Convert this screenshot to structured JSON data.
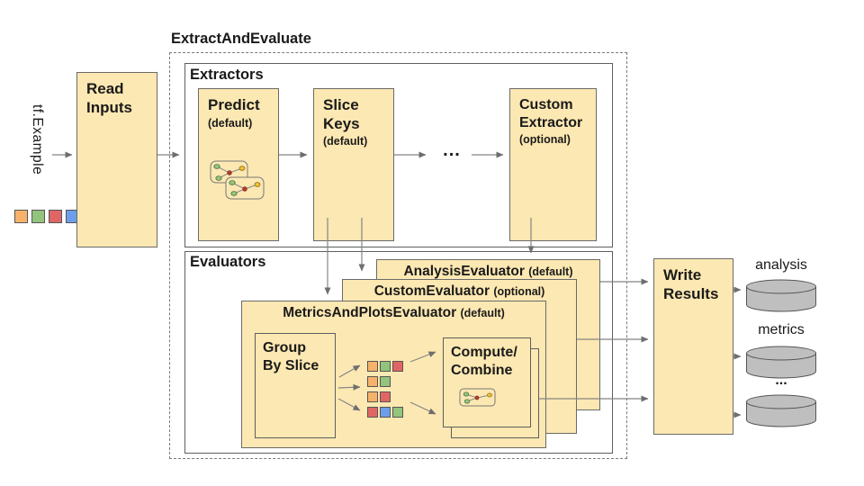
{
  "diagram": {
    "pipeline_title": "ExtractAndEvaluate",
    "input_label": "tf.Example",
    "extractor_ellipsis": "...",
    "output_ellipsis": "...",
    "read_inputs": {
      "title": "Read\nInputs"
    },
    "extractors": {
      "section_label": "Extractors",
      "predict": {
        "title": "Predict",
        "qualifier": "(default)"
      },
      "slice_keys": {
        "title": "Slice\nKeys",
        "qualifier": "(default)"
      },
      "custom_extractor": {
        "title": "Custom\nExtractor",
        "qualifier": "(optional)"
      }
    },
    "evaluators": {
      "section_label": "Evaluators",
      "analysis_evaluator": {
        "name": "AnalysisEvaluator",
        "qualifier": "(default)"
      },
      "custom_evaluator": {
        "name": "CustomEvaluator",
        "qualifier": "(optional)"
      },
      "metrics_and_plots_evaluator": {
        "name": "MetricsAndPlotsEvaluator",
        "qualifier": "(default)",
        "group_by_slice": {
          "title": "Group\nBy Slice"
        },
        "compute_combine": {
          "title": "Compute/\nCombine"
        }
      }
    },
    "write_results": {
      "title": "Write\nResults"
    },
    "outputs": [
      {
        "label": "analysis"
      },
      {
        "label": "metrics"
      },
      {
        "label": "..."
      }
    ],
    "input_squares": [
      "orange",
      "green",
      "red",
      "blue"
    ],
    "slice_groups": [
      [
        "orange",
        "green",
        "red"
      ],
      [
        "orange",
        "green"
      ],
      [
        "orange",
        "red"
      ],
      [
        "red",
        "blue",
        "green"
      ]
    ]
  },
  "palette": {
    "box_fill": "#FCE8B2",
    "box_border": "#6a6a6a",
    "orange": "#F6B26B",
    "green": "#93C47D",
    "red": "#E06666",
    "blue": "#6D9EEB",
    "yellow_node": "#F1C232",
    "red_node": "#C0392B",
    "cylinder_fill": "#BFBFBF",
    "arrow_line": "#858585"
  }
}
